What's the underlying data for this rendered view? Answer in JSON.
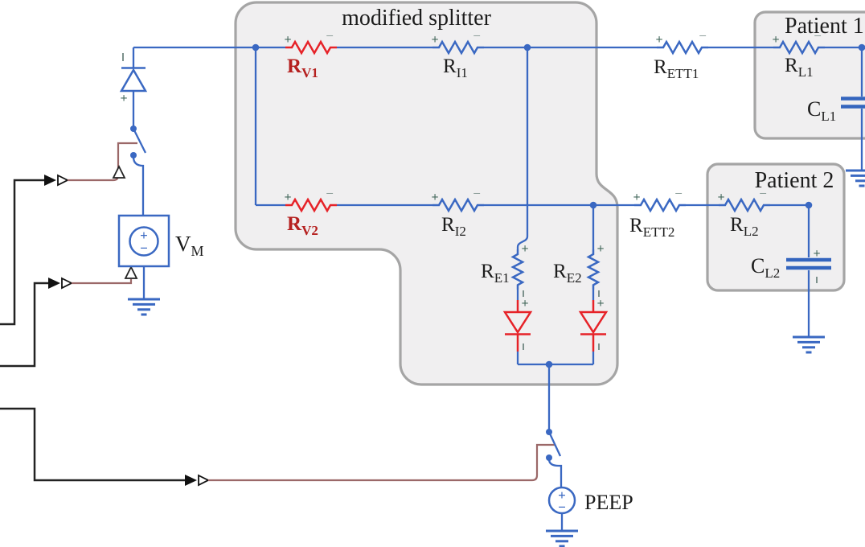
{
  "splitter": {
    "title": "modified splitter"
  },
  "patient1": {
    "title": "Patient 1"
  },
  "patient2": {
    "title": "Patient 2"
  },
  "sources": {
    "vm": {
      "name": "V",
      "sub": "M"
    },
    "peep": {
      "label": "PEEP"
    }
  },
  "components": {
    "rv1": {
      "name": "R",
      "sub": "V1"
    },
    "rv2": {
      "name": "R",
      "sub": "V2"
    },
    "ri1": {
      "name": "R",
      "sub": "I1"
    },
    "ri2": {
      "name": "R",
      "sub": "I2"
    },
    "rett1": {
      "name": "R",
      "sub": "ETT1"
    },
    "rett2": {
      "name": "R",
      "sub": "ETT2"
    },
    "rl1": {
      "name": "R",
      "sub": "L1"
    },
    "rl2": {
      "name": "R",
      "sub": "L2"
    },
    "re1": {
      "name": "R",
      "sub": "E1"
    },
    "re2": {
      "name": "R",
      "sub": "E2"
    },
    "cl1": {
      "name": "C",
      "sub": "L1"
    },
    "cl2": {
      "name": "C",
      "sub": "L2"
    }
  },
  "signs": {
    "plus": "+",
    "minus": "−"
  },
  "colors": {
    "wire_blue": "#3a68c2",
    "component_red": "#e62228",
    "label_dark_red": "#b5201f",
    "control_brown": "#9b6868",
    "signal_black": "#222222",
    "box_fill": "#f0eff0",
    "box_border": "#a5a5a5",
    "sign_plus": "#44685c",
    "sign_minus": "#7d918c"
  }
}
